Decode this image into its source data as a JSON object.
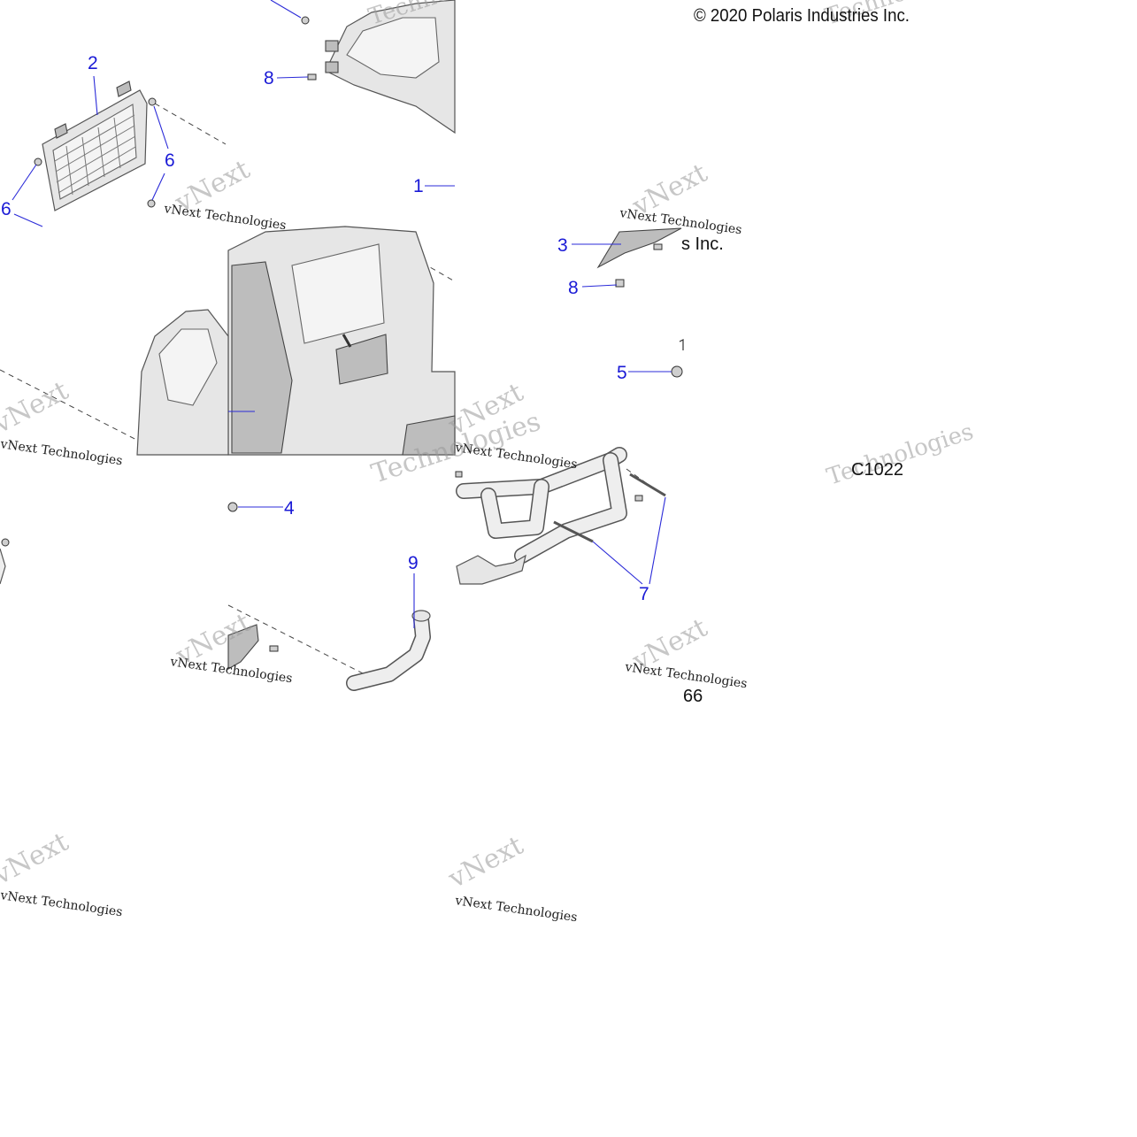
{
  "diagram": {
    "copyright": "© 2020 Polaris Industries Inc.",
    "copyright_tail": "s Inc.",
    "figure_id": "C1022",
    "page_number": "66",
    "callouts": [
      "1",
      "2",
      "3",
      "4",
      "5",
      "6",
      "6",
      "7",
      "8",
      "8",
      "9"
    ],
    "watermark": {
      "brand": "vNext",
      "brand_tail": "Technologies",
      "small": "vNext Technologies"
    }
  },
  "colors": {
    "callout": "#1a1ad6",
    "leader": "#2b2bd8",
    "part_fill": "#e6e6e6",
    "watermark": "#9a9a9a"
  }
}
